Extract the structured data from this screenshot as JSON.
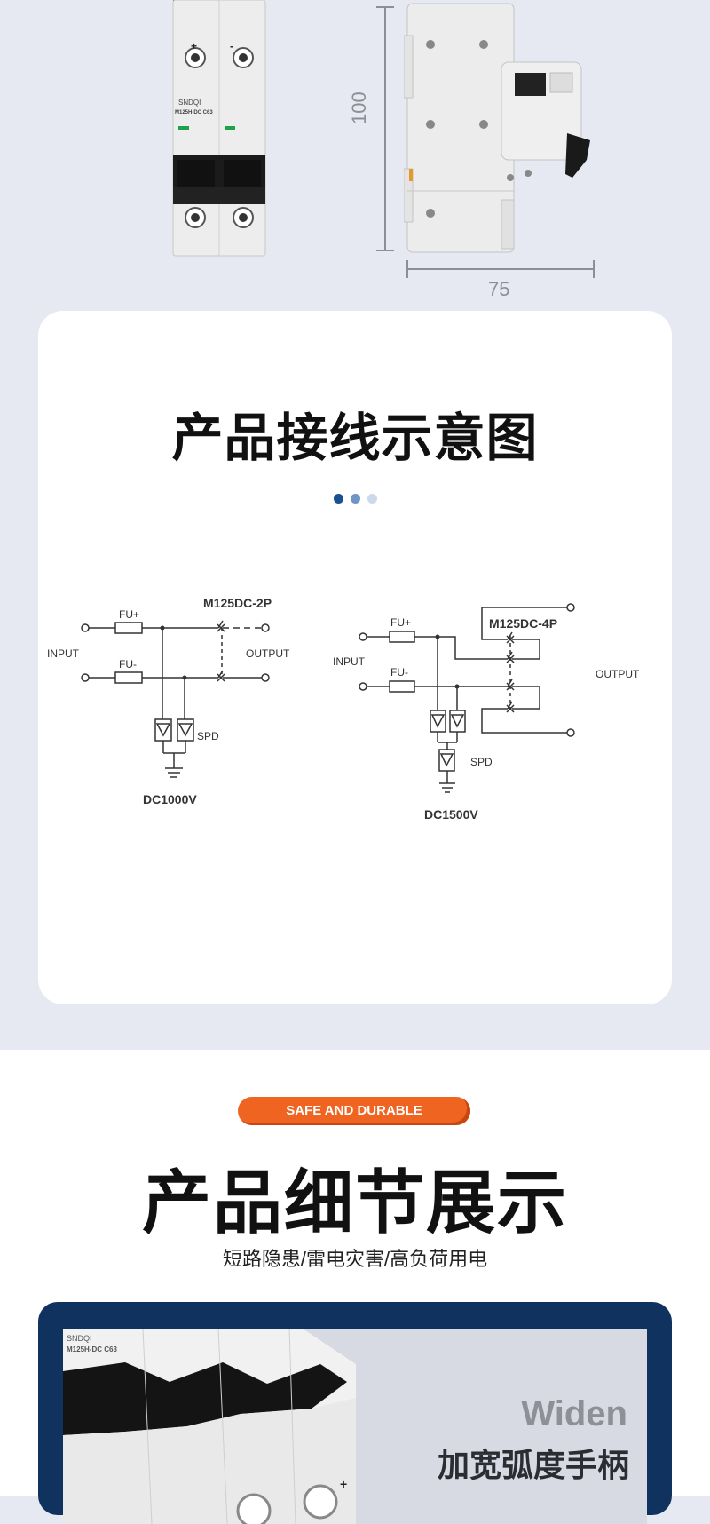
{
  "product_images": {
    "front_label_brand": "SNDQI",
    "front_label_model": "M125H-DC C63",
    "plus_mark": "+",
    "minus_mark": "-",
    "height_dim": "100",
    "width_dim": "75"
  },
  "wiring": {
    "title": "产品接线示意图",
    "dot_colors": [
      "#1b4f93",
      "#6f95c5",
      "#cbd9ea"
    ],
    "diagram_2p": {
      "model": "M125DC-2P",
      "fu_plus": "FU+",
      "fu_minus": "FU-",
      "input": "INPUT",
      "output": "OUTPUT",
      "spd": "SPD",
      "voltage": "DC1000V"
    },
    "diagram_4p": {
      "model": "M125DC-4P",
      "fu_plus": "FU+",
      "fu_minus": "FU-",
      "input": "INPUT",
      "output": "OUTPUT",
      "spd": "SPD",
      "voltage": "DC1500V"
    }
  },
  "details": {
    "badge": "SAFE AND DURABLE",
    "title": "产品细节展示",
    "subtitle": "短路隐患/雷电灾害/高负荷用电",
    "feature": {
      "label_en": "Widen",
      "label_cn": "加宽弧度手柄",
      "product_label_brand": "SNDQI",
      "product_label_model": "M125H-DC C63",
      "plus_mark": "+"
    }
  },
  "colors": {
    "page_bg": "#e6e9f1",
    "badge": "#f06422",
    "navy": "#10325f"
  }
}
